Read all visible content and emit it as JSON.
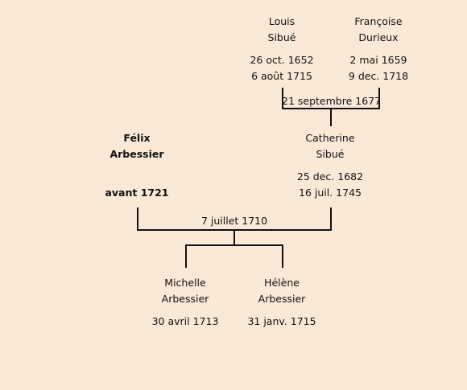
{
  "persons": {
    "louis": {
      "first": "Louis",
      "last": "Sibué",
      "birth": "26 oct. 1652",
      "death": "6 août 1715"
    },
    "francoise": {
      "first": "Françoise",
      "last": "Durieux",
      "birth": "2 mai 1659",
      "death": "9 dec. 1718"
    },
    "felix": {
      "first": "Félix",
      "last": "Arbessier",
      "death": "avant 1721"
    },
    "catherine": {
      "first": "Catherine",
      "last": "Sibué",
      "birth": "25 dec. 1682",
      "death": "16 juil. 1745"
    },
    "michelle": {
      "first": "Michelle",
      "last": "Arbessier",
      "birth": "30 avril 1713"
    },
    "helene": {
      "first": "Hélène",
      "last": "Arbessier",
      "birth": "31 janv. 1715"
    }
  },
  "marriages": {
    "louis_francoise": "21 septembre 1677",
    "felix_catherine": "7 juillet 1710"
  }
}
